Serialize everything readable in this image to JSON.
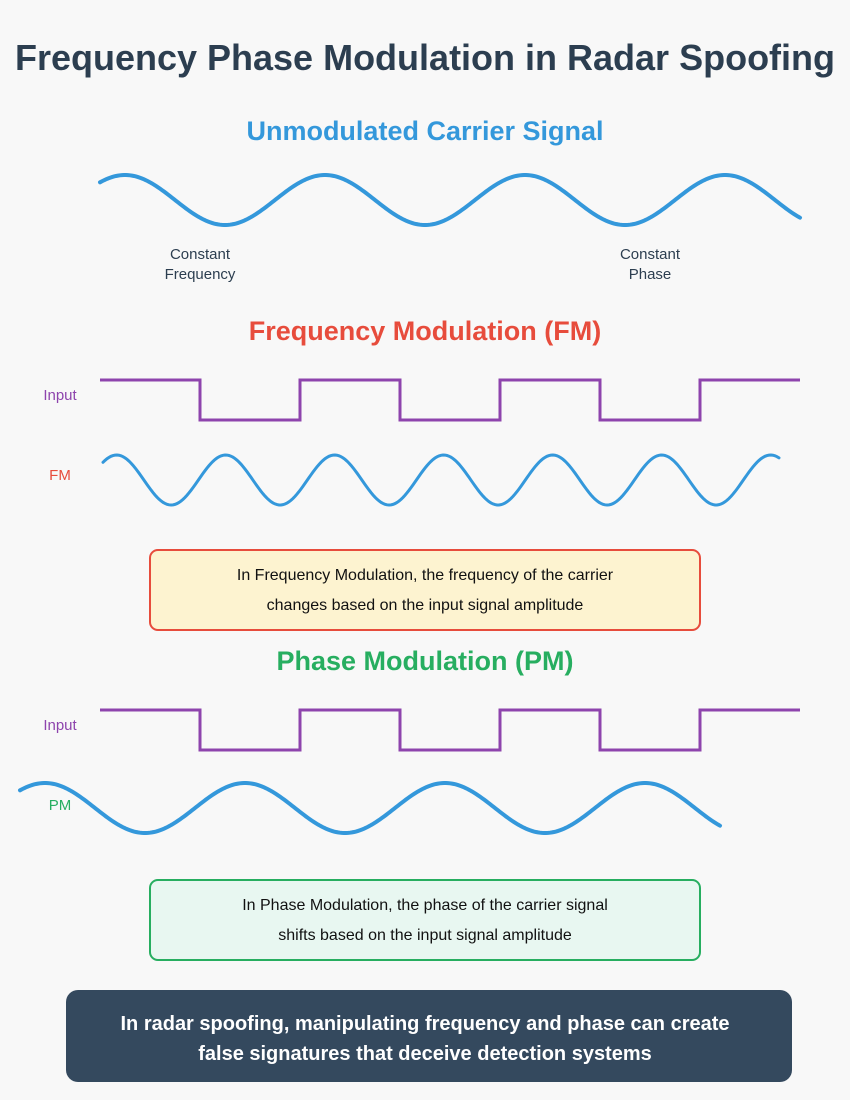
{
  "title": "Frequency Phase Modulation in Radar Spoofing",
  "colors": {
    "background": "#f8f8f8",
    "title": "#2c3e50",
    "carrier": "#3498db",
    "fm": "#e74c3c",
    "pm": "#27ae60",
    "input": "#8e44ad",
    "fm_box_fill": "#fdf3d0",
    "pm_box_fill": "#e8f7f1",
    "conclusion_fill": "#34495e"
  },
  "carrier": {
    "title": "Unmodulated Carrier Signal",
    "left_label": {
      "line1": "Constant",
      "line2": "Frequency"
    },
    "right_label": {
      "line1": "Constant",
      "line2": "Phase"
    }
  },
  "fm": {
    "title": "Frequency Modulation (FM)",
    "input_label": "Input",
    "output_label": "FM",
    "description": {
      "line1": "In Frequency Modulation, the frequency of the carrier",
      "line2": "changes based on the input signal amplitude"
    }
  },
  "pm": {
    "title": "Phase Modulation (PM)",
    "input_label": "Input",
    "output_label": "PM",
    "description": {
      "line1": "In Phase Modulation, the phase of the carrier signal",
      "line2": "shifts based on the input signal amplitude"
    }
  },
  "conclusion": {
    "line1": "In radar spoofing, manipulating frequency and phase can create",
    "line2": "false signatures that deceive detection systems"
  }
}
